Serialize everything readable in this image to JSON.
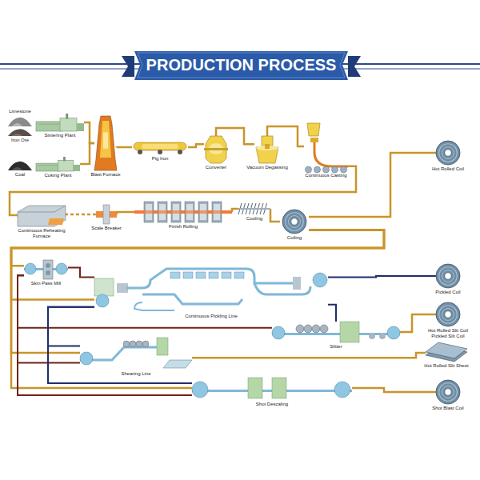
{
  "diagram": {
    "title": "PRODUCTION PROCESS",
    "nodes": [
      {
        "text": [
          "Limestone"
        ]
      },
      {
        "text": [
          "Iron Ore"
        ]
      },
      {
        "text": [
          "Sintering Plant"
        ]
      },
      {
        "text": [
          "Coal"
        ]
      },
      {
        "text": [
          "Coking Plant"
        ]
      },
      {
        "text": [
          "Blast Furnace"
        ]
      },
      {
        "text": [
          "Pig Iron"
        ]
      },
      {
        "text": [
          "Converter"
        ]
      },
      {
        "text": [
          "Vacuum Degassing"
        ]
      },
      {
        "text": [
          "Continuous Casting"
        ]
      },
      {
        "text": [
          "Hot Rolled Coil"
        ]
      },
      {
        "text": [
          "Continuous Reheating Furnace"
        ]
      },
      {
        "text": [
          "Scale Breaker"
        ]
      },
      {
        "text": [
          "Finish Rolling"
        ]
      },
      {
        "text": [
          "Cooling"
        ]
      },
      {
        "text": [
          "Coiling"
        ]
      },
      {
        "text": [
          "Skin Pass Mill"
        ]
      },
      {
        "text": [
          "Continuous Pickling Line"
        ]
      },
      {
        "text": [
          "Pickled Coil"
        ]
      },
      {
        "text": [
          "Slitter"
        ]
      },
      {
        "text": [
          "Hot Rolled Slit Coil Pickled Slit Coil"
        ]
      },
      {
        "text": [
          "Shearing Line"
        ]
      },
      {
        "text": [
          "Hot Rolled Slit Sheet"
        ]
      },
      {
        "text": [
          "Shot Descaling"
        ]
      },
      {
        "text": [
          "Shot Blast Coil"
        ]
      }
    ],
    "edges": [
      {
        "from": 2,
        "to": 5,
        "arrow": "none"
      },
      {
        "from": 4,
        "to": 5,
        "arrow": "none"
      },
      {
        "from": 5,
        "to": 6,
        "arrow": "none"
      },
      {
        "from": 6,
        "to": 7,
        "arrow": "none"
      },
      {
        "from": 7,
        "to": 8,
        "arrow": "none"
      },
      {
        "from": 8,
        "to": 9,
        "arrow": "none"
      },
      {
        "from": 9,
        "to": 11,
        "arrow": "none"
      },
      {
        "from": 11,
        "to": 12,
        "arrow": "none"
      },
      {
        "from": 12,
        "to": 13,
        "arrow": "none"
      },
      {
        "from": 13,
        "to": 14,
        "arrow": "none"
      },
      {
        "from": 14,
        "to": 15,
        "arrow": "none"
      },
      {
        "from": 15,
        "to": 10,
        "arrow": "none"
      },
      {
        "from": 15,
        "to": 16,
        "arrow": "none"
      },
      {
        "from": 15,
        "to": 17,
        "arrow": "none"
      },
      {
        "from": 15,
        "to": 21,
        "arrow": "none"
      },
      {
        "from": 15,
        "to": 23,
        "arrow": "none"
      },
      {
        "from": 16,
        "to": 17,
        "arrow": "none"
      },
      {
        "from": 16,
        "to": 19,
        "arrow": "none"
      },
      {
        "from": 16,
        "to": 21,
        "arrow": "none"
      },
      {
        "from": 16,
        "to": 23,
        "arrow": "none"
      },
      {
        "from": 17,
        "to": 18,
        "arrow": "none"
      },
      {
        "from": 17,
        "to": 19,
        "arrow": "none"
      },
      {
        "from": 17,
        "to": 21,
        "arrow": "none"
      },
      {
        "from": 17,
        "to": 23,
        "arrow": "none"
      },
      {
        "from": 19,
        "to": 20,
        "arrow": "none"
      },
      {
        "from": 21,
        "to": 22,
        "arrow": "none"
      },
      {
        "from": 23,
        "to": 24,
        "arrow": "none"
      }
    ]
  }
}
